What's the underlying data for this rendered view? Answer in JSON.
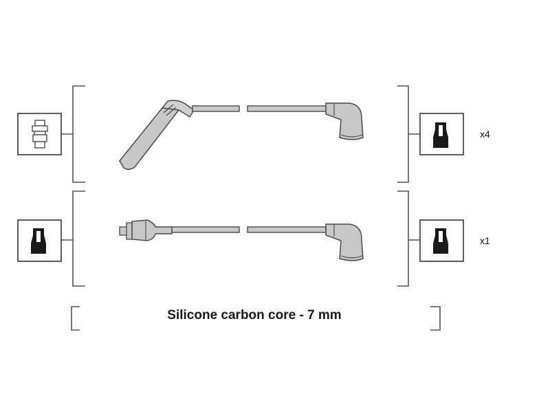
{
  "sets": [
    {
      "id": "set-1",
      "quantity": "x4",
      "left_terminal": "spark-plug-terminal-icon",
      "right_terminal": "boot-terminal-icon"
    },
    {
      "id": "set-2",
      "quantity": "x1",
      "left_terminal": "boot-terminal-icon",
      "right_terminal": "boot-terminal-icon"
    }
  ],
  "footer": {
    "caption": "Silicone carbon core - 7 mm"
  },
  "colors": {
    "line": "#555555",
    "cable_fill": "#c8c8c8",
    "cable_stroke": "#4a4a4a",
    "boot_dark": "#1a1a1a"
  }
}
